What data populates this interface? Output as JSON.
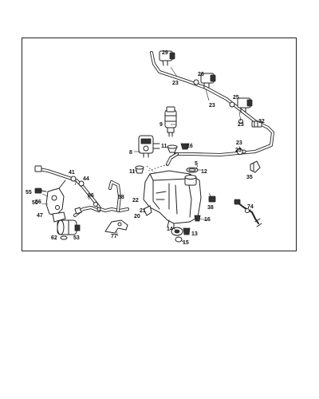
{
  "callouts": {
    "c29": "29",
    "c23a": "23",
    "c26": "26",
    "c23b": "23",
    "c25": "25",
    "c23c": "23",
    "c32": "32",
    "c9": "9",
    "c23d": "23",
    "c11a": "11",
    "c16a": "16",
    "c23e": "23",
    "c8": "8",
    "c11b": "11",
    "c5": "5",
    "c12": "12",
    "c35": "35",
    "c41": "41",
    "c44": "44",
    "c55": "55",
    "c56": "56",
    "c66": "66",
    "c58": "58",
    "c50": "50",
    "c22": "22",
    "c38": "38",
    "c74": "74",
    "c21": "21",
    "c20": "20",
    "c47": "47",
    "c14": "14",
    "c13": "13",
    "c15": "15",
    "c16b": "16",
    "c62": "62",
    "c53": "53",
    "c77": "77"
  }
}
